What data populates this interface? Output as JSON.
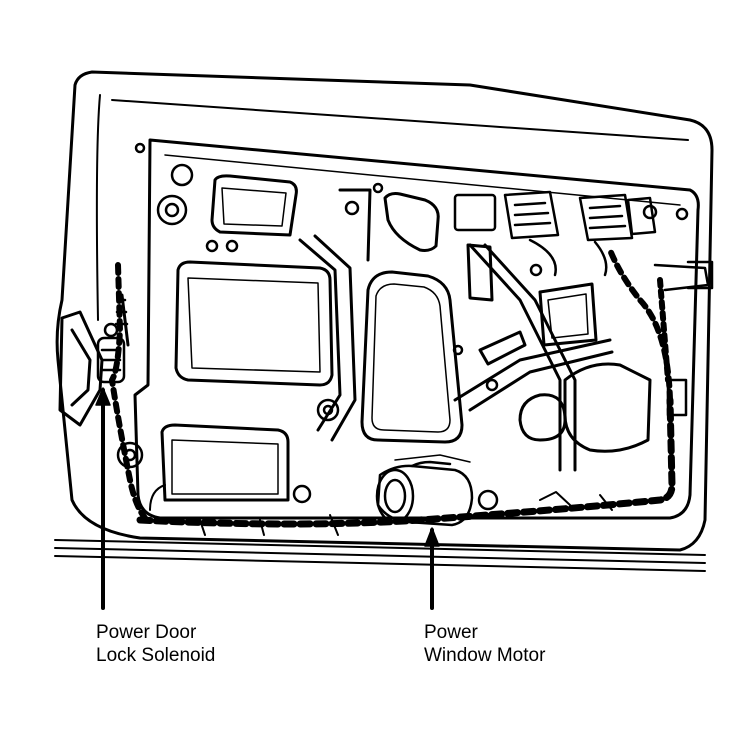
{
  "colors": {
    "ink": "#000000",
    "paper": "#ffffff"
  },
  "labels": {
    "solenoid": {
      "line1": "Power Door",
      "line2": "Lock Solenoid"
    },
    "motor": {
      "line1": "Power",
      "line2": "Window Motor"
    }
  }
}
